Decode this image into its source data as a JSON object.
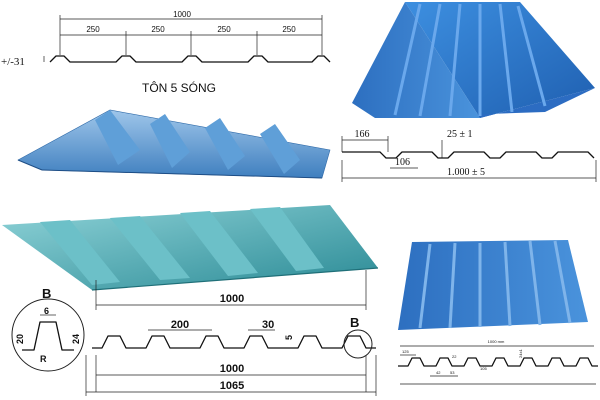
{
  "top_left": {
    "total": "1000",
    "segments": [
      "250",
      "250",
      "250",
      "250"
    ],
    "height_tol": "+/-31",
    "title": "TÔN 5 SÓNG"
  },
  "mid_right": {
    "d166": "166",
    "d106": "106",
    "d25": "25 ± 1",
    "d1000": "1.000 ± 5"
  },
  "bottom_left": {
    "detail_letter": "B",
    "detail_6": "6",
    "detail_20": "20",
    "detail_24": "24",
    "detail_R": "R",
    "sheet_width": "1000",
    "d200": "200",
    "d30": "30",
    "d5": "5",
    "marker_B": "B",
    "d1000": "1000",
    "d1065": "1065"
  },
  "bottom_right": {
    "top_dim": "1000 mm",
    "d125": "125",
    "d22": "22",
    "d42": "42",
    "d53": "53",
    "d24": "24±1",
    "d105": "105"
  },
  "colors": {
    "steel_blue": "#2f7fd0",
    "steel_dark": "#1e5aa8",
    "teal": "#3aa0a8"
  }
}
